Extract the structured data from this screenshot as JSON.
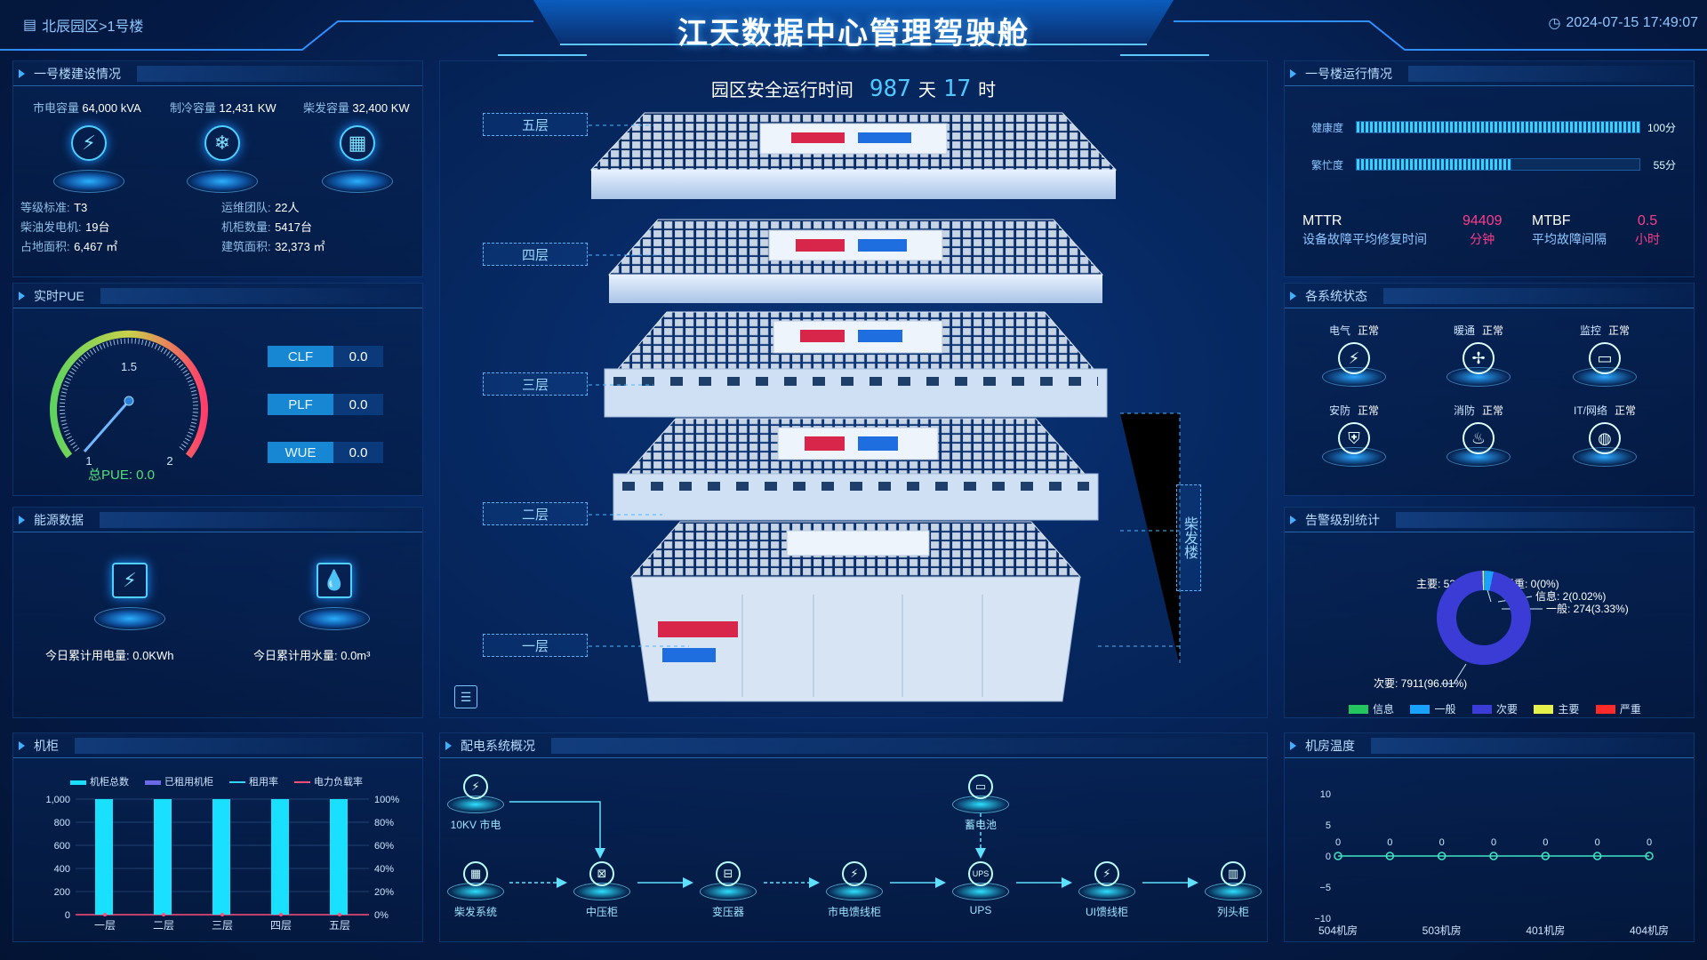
{
  "header": {
    "title": "江天数据中心管理驾驶舱",
    "breadcrumb": "北辰园区>1号楼",
    "datetime": "2024-07-15 17:49:07"
  },
  "construction": {
    "title": "一号楼建设情况",
    "capacities": [
      {
        "label": "市电容量",
        "value": "64,000 kVA",
        "icon": "lightning-icon"
      },
      {
        "label": "制冷容量",
        "value": "12,431 KW",
        "icon": "snowflake-icon"
      },
      {
        "label": "柴发容量",
        "value": "32,400 KW",
        "icon": "generator-icon"
      }
    ],
    "specs": [
      {
        "label": "等级标准:",
        "value": "T3"
      },
      {
        "label": "运维团队:",
        "value": "22人"
      },
      {
        "label": "柴油发电机:",
        "value": "19台"
      },
      {
        "label": "机柜数量:",
        "value": "5417台"
      },
      {
        "label": "占地面积:",
        "value": "6,467 ㎡"
      },
      {
        "label": "建筑面积:",
        "value": "32,373 ㎡"
      }
    ]
  },
  "pue": {
    "title": "实时PUE",
    "gauge_mark_top": "1.5",
    "gauge_mark_left": "1",
    "gauge_mark_right": "2",
    "total": "总PUE: 0.0",
    "metrics": [
      {
        "label": "CLF",
        "value": "0.0"
      },
      {
        "label": "PLF",
        "value": "0.0"
      },
      {
        "label": "WUE",
        "value": "0.0"
      }
    ]
  },
  "energy": {
    "title": "能源数据",
    "electric": "今日累计用电量:  0.0KWh",
    "water": "今日累计用水量:  0.0m³"
  },
  "cabinet": {
    "title": "机柜",
    "legend": [
      "机柜总数",
      "已租用机柜",
      "租用率",
      "电力负载率"
    ]
  },
  "center": {
    "uptime_label": "园区安全运行时间",
    "uptime_days": "987",
    "day_unit": "天",
    "uptime_hours": "17",
    "hour_unit": "时",
    "floors": [
      "五层",
      "四层",
      "三层",
      "二层",
      "一层"
    ],
    "side_building": "柴发楼"
  },
  "power": {
    "title": "配电系统概况",
    "nodes": [
      {
        "label": "10KV 市电",
        "icon": "lightning-icon"
      },
      {
        "label": "蓄电池",
        "icon": "battery-icon"
      },
      {
        "label": "柴发系统",
        "icon": "generator-icon"
      },
      {
        "label": "中压柜",
        "icon": "switchgear-icon"
      },
      {
        "label": "变压器",
        "icon": "transformer-icon"
      },
      {
        "label": "市电馈线柜",
        "icon": "feeder-icon"
      },
      {
        "label": "UPS",
        "icon": "ups-icon"
      },
      {
        "label": "UI馈线柜",
        "icon": "feeder-icon"
      },
      {
        "label": "列头柜",
        "icon": "cabinet-icon"
      }
    ]
  },
  "ops": {
    "title": "一号楼运行情况",
    "health": {
      "label": "健康度",
      "value": "100分",
      "fraction": 1.0
    },
    "busy": {
      "label": "繁忙度",
      "value": "55分",
      "fraction": 0.55
    },
    "mttr": {
      "label": "MTTR",
      "desc": "设备故障平均修复时间",
      "value": "94409",
      "unit": "分钟"
    },
    "mtbf": {
      "label": "MTBF",
      "desc": "平均故障间隔",
      "value": "0.5",
      "unit": "小时"
    }
  },
  "systems": {
    "title": "各系统状态",
    "items": [
      {
        "name": "电气",
        "status": "正常",
        "icon": "lightning-icon",
        "glyph": "⚡"
      },
      {
        "name": "暖通",
        "status": "正常",
        "icon": "fan-icon",
        "glyph": "✢"
      },
      {
        "name": "监控",
        "status": "正常",
        "icon": "monitor-icon",
        "glyph": "▭"
      },
      {
        "name": "安防",
        "status": "正常",
        "icon": "shield-icon",
        "glyph": "⛨"
      },
      {
        "name": "消防",
        "status": "正常",
        "icon": "fire-icon",
        "glyph": "♨"
      },
      {
        "name": "IT/网络",
        "status": "正常",
        "icon": "globe-icon",
        "glyph": "◍"
      }
    ]
  },
  "alarms": {
    "title": "告警级别统计",
    "slice_labels": [
      "主要: 53(0.64%)",
      "严重: 0(0%)",
      "信息: 2(0.02%)",
      "一般: 274(3.33%)",
      "次要: 7911(96.01%)"
    ],
    "legend": [
      "信息",
      "一般",
      "次要",
      "主要",
      "严重"
    ]
  },
  "temp": {
    "title": "机房温度"
  },
  "colors": {
    "accent": "#33d4ff",
    "info": "#22c55e",
    "general": "#1aa0ff",
    "minor": "#3b3bd6",
    "major": "#e8f04a",
    "critical": "#ff2a2a",
    "rate_line": "#33d4ff",
    "load_line": "#ff4d7a"
  },
  "chart_data": [
    {
      "type": "bar",
      "categories": [
        "一层",
        "二层",
        "三层",
        "四层",
        "五层"
      ],
      "series": [
        {
          "name": "机柜总数",
          "values": [
            1000,
            1000,
            1000,
            1000,
            1000
          ]
        },
        {
          "name": "已租用机柜",
          "values": [
            0,
            0,
            0,
            0,
            0
          ]
        },
        {
          "name": "租用率",
          "values": [
            0,
            0,
            0,
            0,
            0
          ]
        },
        {
          "name": "电力负载率",
          "values": [
            0,
            0,
            0,
            0,
            0
          ]
        }
      ],
      "y_ticks": [
        "0",
        "200",
        "400",
        "600",
        "800",
        "1,000"
      ],
      "y2_ticks": [
        "0%",
        "20%",
        "40%",
        "60%",
        "80%",
        "100%"
      ],
      "ylim": [
        0,
        1000
      ]
    },
    {
      "type": "pie",
      "categories": [
        "信息",
        "一般",
        "次要",
        "主要",
        "严重"
      ],
      "values": [
        2,
        274,
        7911,
        53,
        0
      ]
    },
    {
      "type": "line",
      "categories": [
        "504机房",
        "",
        "503机房",
        "",
        "401机房",
        "",
        "404机房"
      ],
      "values": [
        0,
        0,
        0,
        0,
        0,
        0,
        0
      ],
      "point_labels": [
        "0",
        "0",
        "0",
        "0",
        "0",
        "0",
        "0"
      ],
      "y_ticks": [
        "10",
        "5",
        "0",
        "−5",
        "−10"
      ],
      "ylim": [
        -10,
        10
      ]
    }
  ]
}
